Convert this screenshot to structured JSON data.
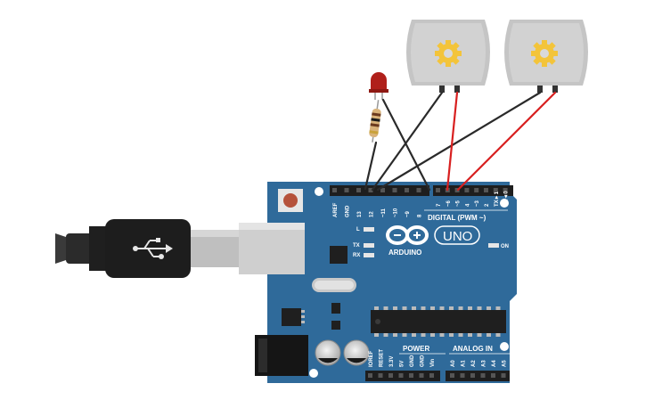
{
  "board": {
    "brand": "ARDUINO",
    "model": "UNO",
    "digital_header_label": "DIGITAL (PWM ~)",
    "power_label": "POWER",
    "analog_label": "ANALOG IN",
    "on_led_label": "ON",
    "l_led_label": "L",
    "tx_label": "TX",
    "rx_label": "RX",
    "digital_pins_left": [
      "AREF",
      "GND",
      "13",
      "12",
      "~11",
      "~10",
      "~9",
      "8"
    ],
    "digital_pins_right": [
      "7",
      "~6",
      "~5",
      "4",
      "~3",
      "2",
      "TX►1",
      "RX◄0"
    ],
    "power_pins": [
      "IOREF",
      "RESET",
      "3.3V",
      "5V",
      "GND",
      "GND",
      "Vin"
    ],
    "analog_pins": [
      "A0",
      "A1",
      "A2",
      "A3",
      "A4",
      "A5"
    ],
    "colors": {
      "board": "#2f6a9a",
      "header": "#1e1e1e",
      "reset_button": "#b5523b",
      "wire_black": "#2a2a2a",
      "wire_red": "#d82020"
    }
  },
  "components": {
    "motor_icon": "gear-icon",
    "led_color": "#b0201a",
    "usb_cable_icon": "usb-icon"
  }
}
